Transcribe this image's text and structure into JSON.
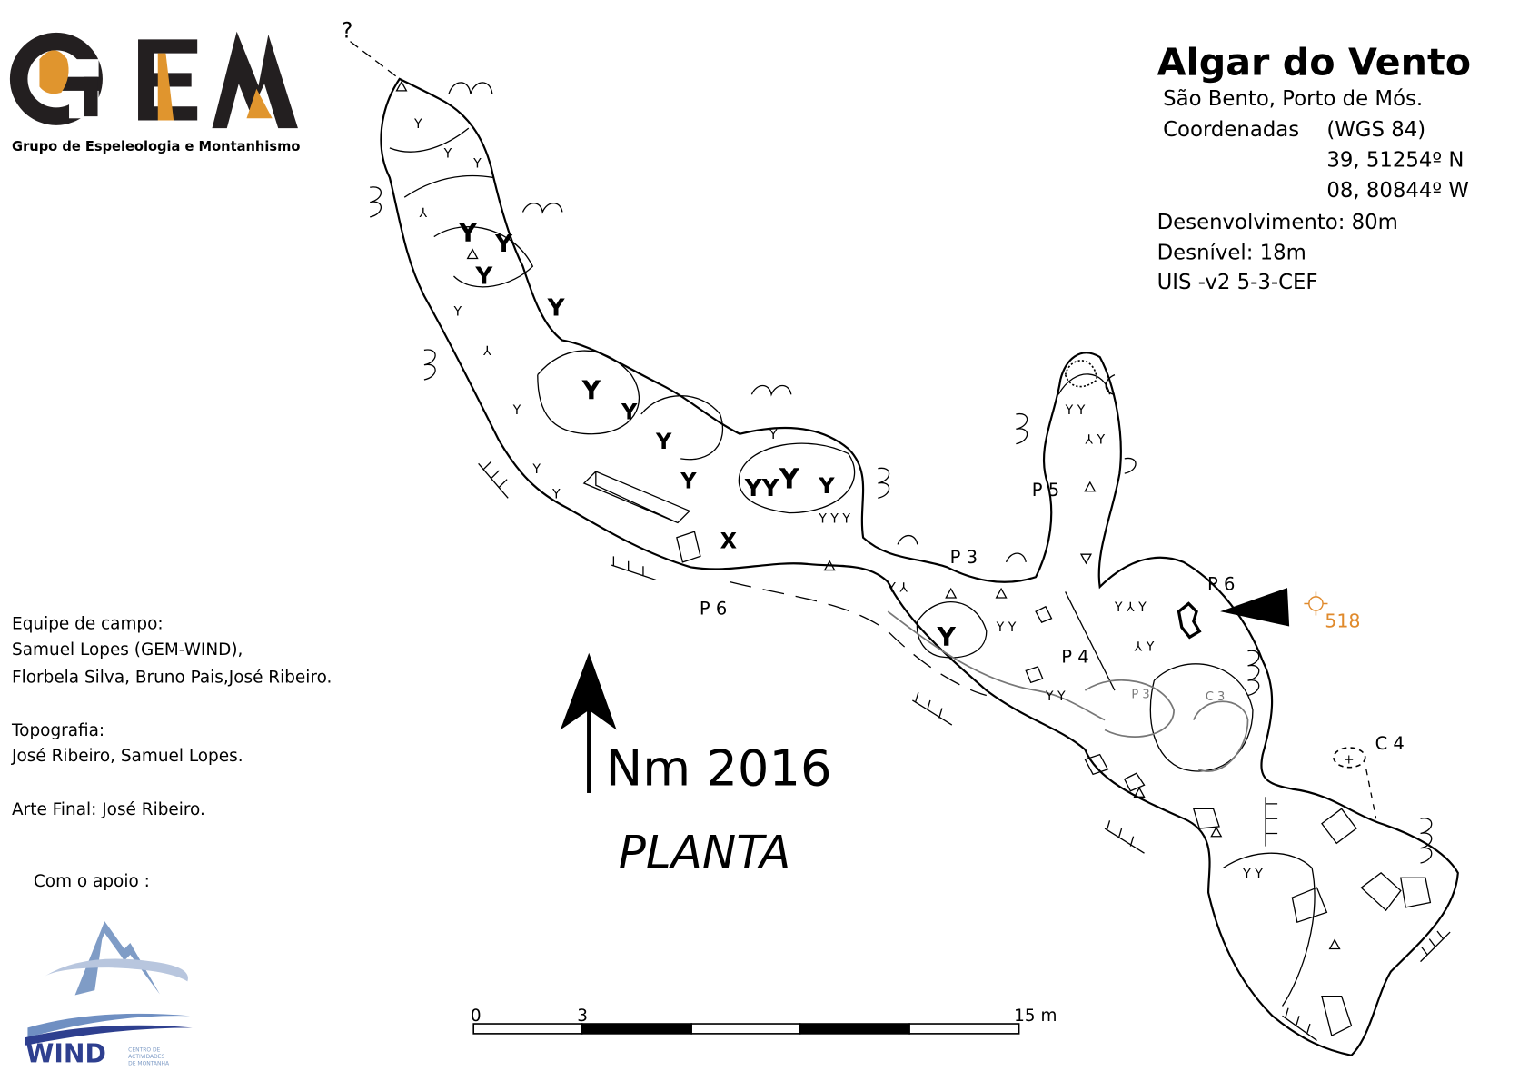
{
  "header": {
    "title": "Algar do Vento",
    "location": "São Bento, Porto de Mós.",
    "coords_label": "Coordenadas",
    "datum": "(WGS 84)",
    "latitude": "39, 51254º N",
    "longitude": "08, 80844º W",
    "development": "Desenvolvimento: 80m",
    "depth": "Desnível:  18m",
    "uis": "UIS -v2 5-3-CEF"
  },
  "logos": {
    "gem": {
      "letters": "GEM",
      "subtitle": "Grupo de Espeleologia e Montanhismo",
      "accent": "#e0952e",
      "dark": "#231f20"
    },
    "wind": {
      "letters": "WIND",
      "subtitle": [
        "CENTRO DE",
        "ACTIVIDADES",
        "DE MONTANHA"
      ],
      "color": "#2e3f8f",
      "light": "#7f9cc6"
    }
  },
  "credits": {
    "field_team_label": "Equipe de campo:",
    "field_team_1": "Samuel Lopes (GEM-WIND),",
    "field_team_2": "Florbela Silva, Bruno Pais,José Ribeiro.",
    "survey_label": "Topografia:",
    "survey": "José Ribeiro, Samuel Lopes.",
    "art": "Arte Final: José Ribeiro.",
    "support": "Com o apoio :"
  },
  "map": {
    "north_label": "Nm 2016",
    "view_label": "PLANTA",
    "unknown_marker": "?",
    "stations": {
      "p6_west": "P 6",
      "p3": "P 3",
      "p5": "P 5",
      "p6_east": "P 6",
      "p4": "P 4",
      "p3_gray": "P 3",
      "c3": "C 3",
      "c4": "C 4"
    },
    "entrance_elevation": "518",
    "entrance_color": "#e08a2c"
  },
  "scale": {
    "labels": [
      "0",
      "3",
      "15 m"
    ],
    "segments": 5,
    "max_m": 15
  }
}
